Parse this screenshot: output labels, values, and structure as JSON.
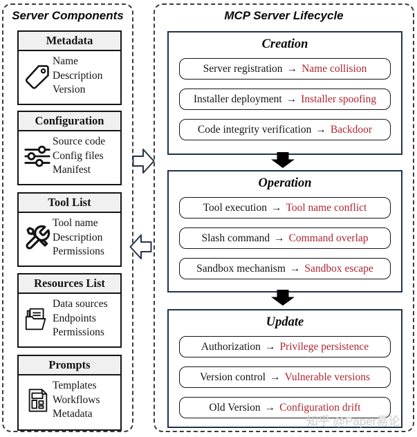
{
  "glyphs": {
    "arrow": "→"
  },
  "colors": {
    "risk_red": "#ad2531",
    "phase_border": "#20334a",
    "box_border": "#141414",
    "header_bg": "#f0f0f0",
    "connector_outline": "#20334a",
    "flow_arrow_fill": "#000000"
  },
  "left_panel": {
    "title": "Server Components",
    "components": [
      {
        "title": "Metadata",
        "icon": "tag-icon",
        "items": [
          "Name",
          "Description",
          "Version"
        ]
      },
      {
        "title": "Configuration",
        "icon": "sliders-icon",
        "items": [
          "Source code",
          "Config files",
          "Manifest"
        ]
      },
      {
        "title": "Tool List",
        "icon": "tools-icon",
        "items": [
          "Tool name",
          "Description",
          "Permissions"
        ]
      },
      {
        "title": "Resources List",
        "icon": "folder-documents-icon",
        "items": [
          "Data sources",
          "Endpoints",
          "Permissions"
        ]
      },
      {
        "title": "Prompts",
        "icon": "template-icon",
        "items": [
          "Templates",
          "Workflows",
          "Metadata"
        ]
      }
    ]
  },
  "right_panel": {
    "title": "MCP Server Lifecycle",
    "phases": [
      {
        "title": "Creation",
        "rows": [
          {
            "label": "Server registration",
            "risk": "Name collision"
          },
          {
            "label": "Installer deployment",
            "risk": "Installer spoofing"
          },
          {
            "label": "Code integrity verification",
            "risk": "Backdoor"
          }
        ]
      },
      {
        "title": "Operation",
        "rows": [
          {
            "label": "Tool execution",
            "risk": "Tool name conflict"
          },
          {
            "label": "Slash command",
            "risk": "Command overlap"
          },
          {
            "label": "Sandbox mechanism",
            "risk": "Sandbox escape"
          }
        ]
      },
      {
        "title": "Update",
        "rows": [
          {
            "label": "Authorization",
            "risk": "Privilege persistence"
          },
          {
            "label": "Version control",
            "risk": "Vulnerable versions"
          },
          {
            "label": "Old Version",
            "risk": "Configuration drift"
          }
        ]
      }
    ]
  },
  "watermark": "知乎 @Paper易论"
}
